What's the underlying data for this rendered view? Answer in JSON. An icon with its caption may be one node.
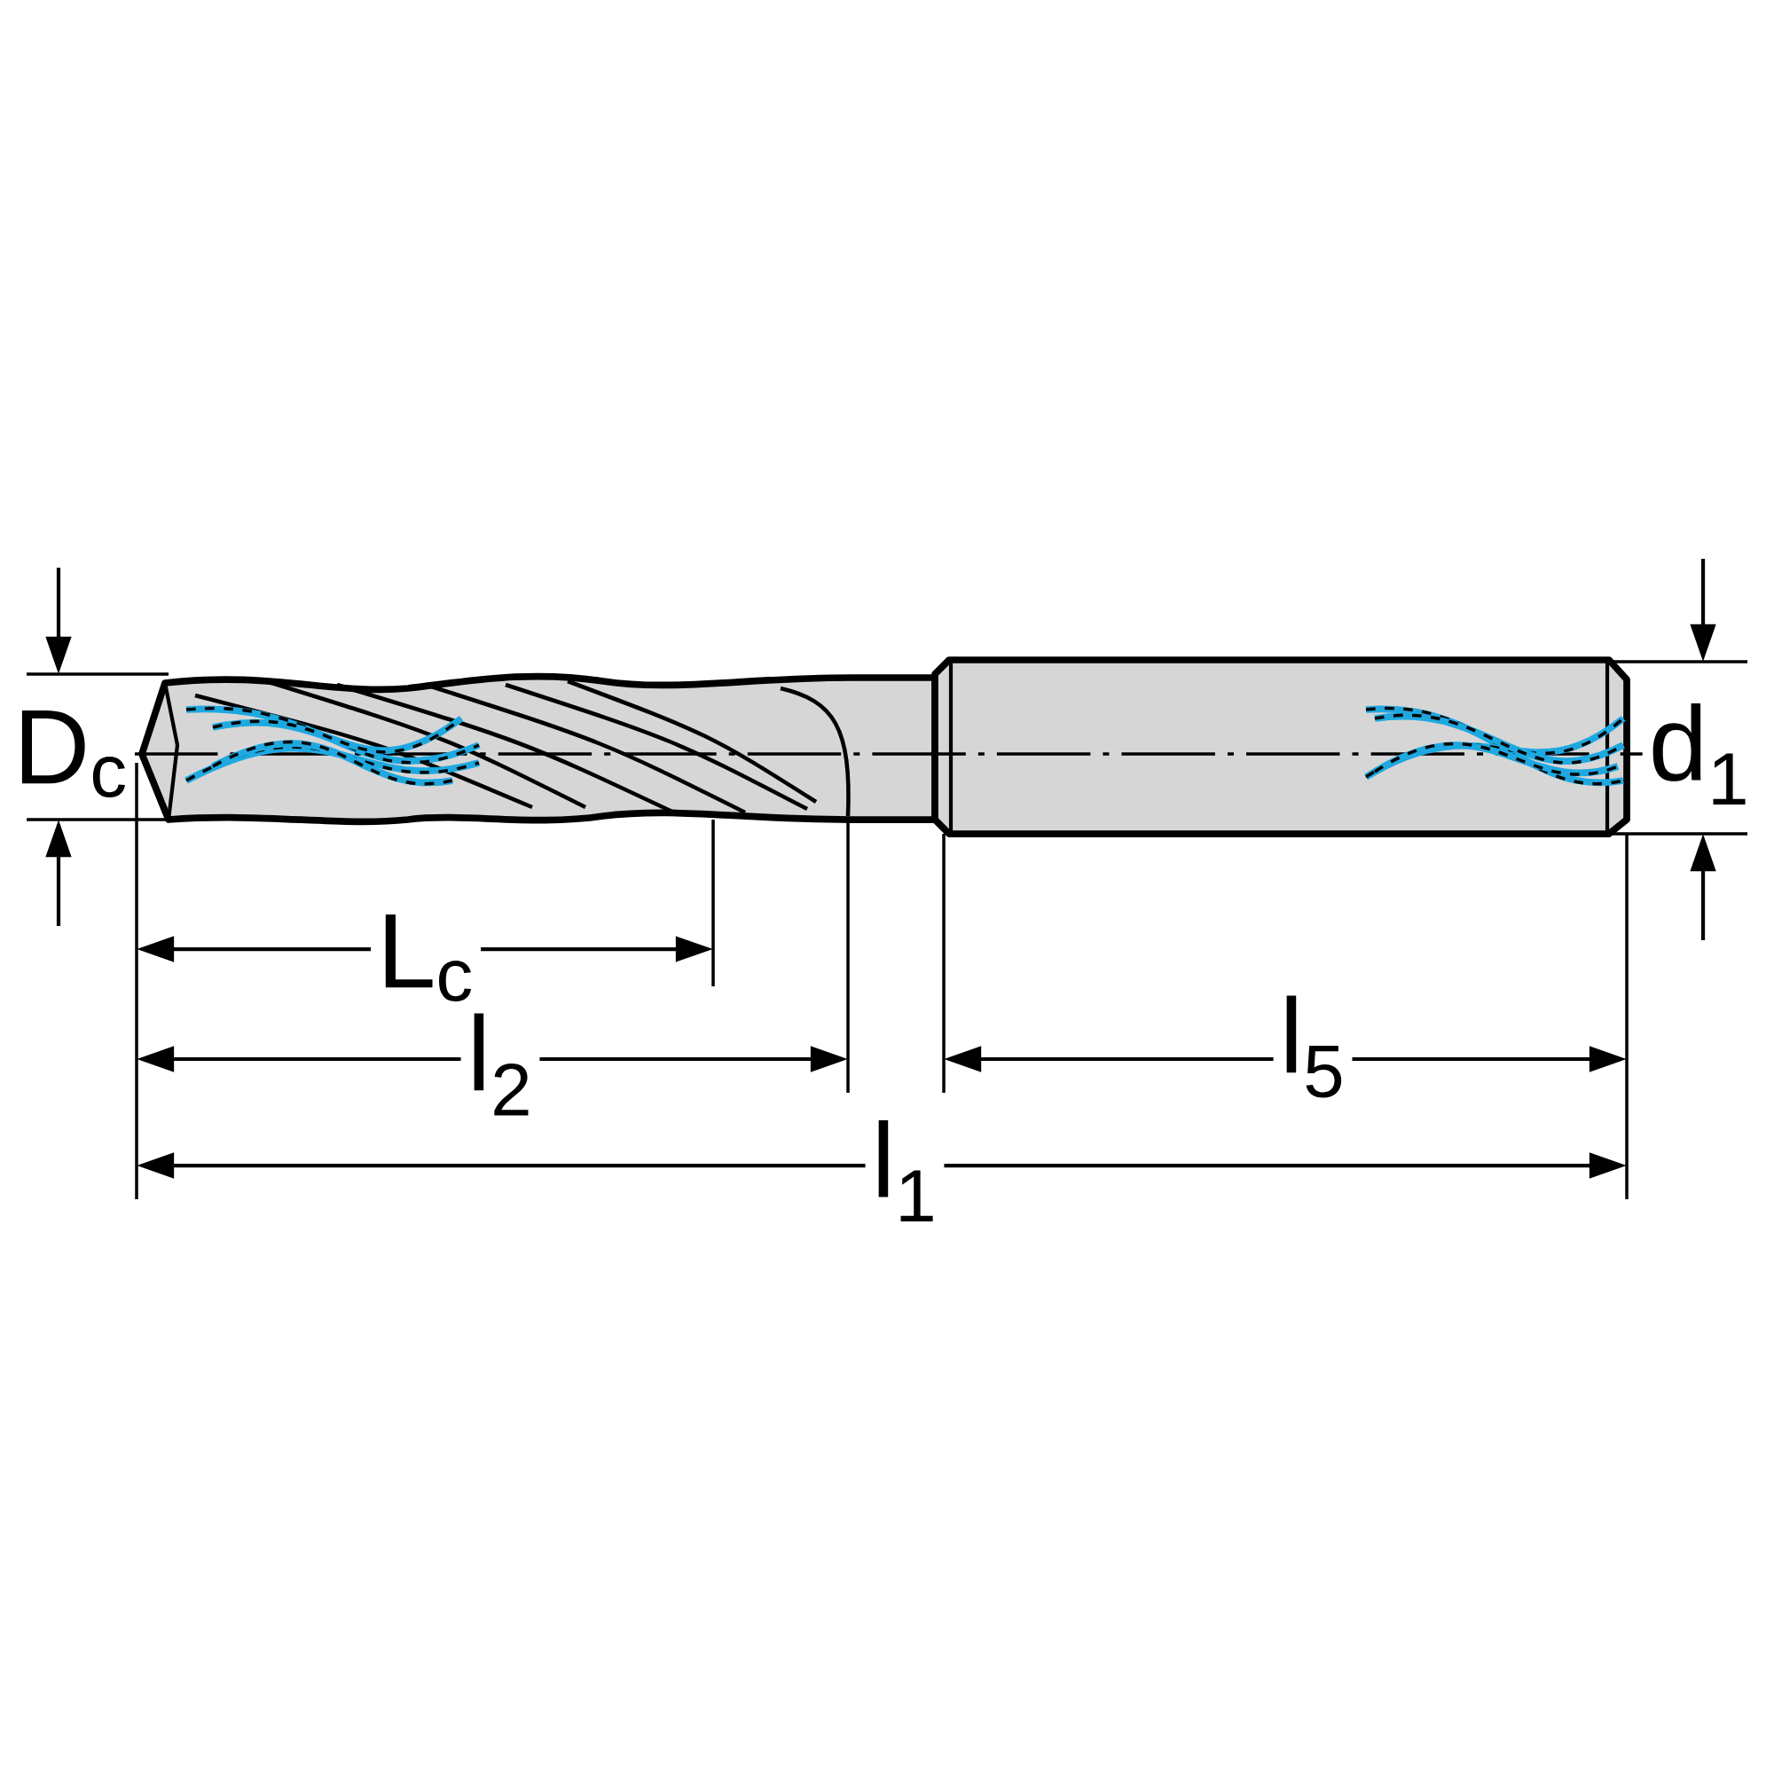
{
  "diagram": {
    "labels": [
      "D$_{c}$",
      "d$_{1}$",
      "L$_{c}$",
      "l$_{2}$",
      "l$_{5}$",
      "l$_{1}$"
    ]
  }
}
